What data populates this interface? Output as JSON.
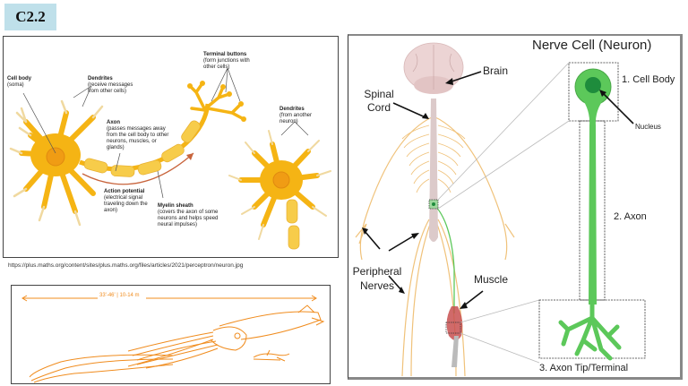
{
  "section_tag": "C2.2",
  "neuron_diagram": {
    "labels": {
      "cell_body_title": "Cell body",
      "cell_body_desc": "(soma)",
      "dendrites_title": "Dendrites",
      "dendrites_desc": "(receive messages from other cells)",
      "axon_title": "Axon",
      "axon_desc": "(passes messages away from the cell body to other neurons, muscles, or glands)",
      "terminal_title": "Terminal buttons",
      "terminal_desc": "(form junctions with other cells)",
      "dendrites2_title": "Dendrites",
      "dendrites2_desc": "(from another neuron)",
      "action_title": "Action potential",
      "action_desc": "(electrical signal traveling down the axon)",
      "myelin_title": "Myelin sheath",
      "myelin_desc": "(covers the axon of some neurons and helps speed neural impulses)"
    },
    "colors": {
      "neuron": "#f5b414",
      "myelin": "#f7cc4a",
      "arrow": "#c8643c"
    }
  },
  "source_caption": "https://plus.maths.org/content/sites/plus.maths.org/files/articles/2021/perceptron/neuron.jpg",
  "squid_panel": {
    "scale_label": "33'-46' | 10-14 m",
    "color": "#f08c1e"
  },
  "nervous_system": {
    "title": "Nerve Cell (Neuron)",
    "labels": {
      "brain": "Brain",
      "spinal_cord": "Spinal Cord",
      "peripheral_nerves": "Peripheral Nerves",
      "muscle": "Muscle",
      "cell_body": "1. Cell Body",
      "nucleus": "Nucleus",
      "axon": "2. Axon",
      "axon_tip": "3. Axon Tip/Terminal"
    },
    "colors": {
      "neuron_green": "#5cc85a",
      "nucleus": "#1e8c3c",
      "nerves": "#f0c27a",
      "brain": "#ead2d2",
      "muscle": "#c85050"
    }
  }
}
